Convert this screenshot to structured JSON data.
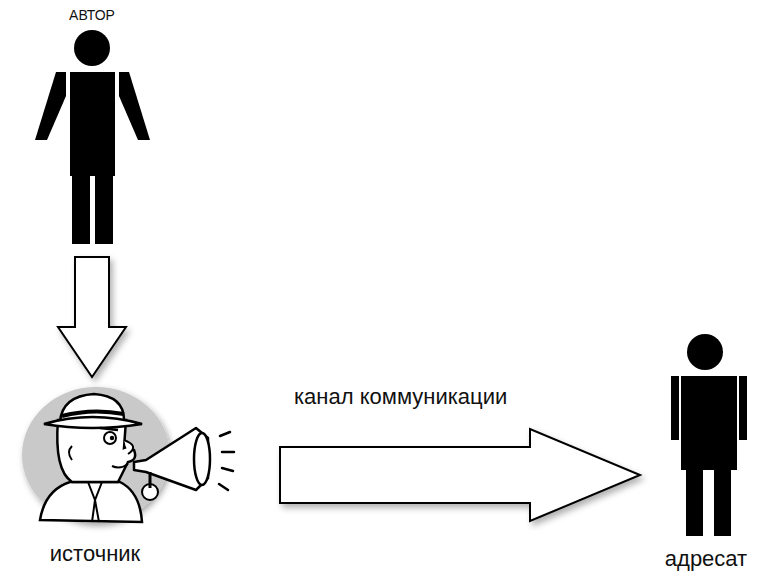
{
  "diagram": {
    "nodes": [
      {
        "text": [
          "АВТОР"
        ]
      },
      {
        "text": [
          "источник"
        ]
      },
      {
        "text": [
          "адресат"
        ]
      }
    ],
    "edges": [
      {
        "from": 0,
        "to": 1,
        "arrow": "to"
      },
      {
        "from": 1,
        "to": 2,
        "label": "канал коммуникации",
        "arrow": "to"
      }
    ]
  }
}
